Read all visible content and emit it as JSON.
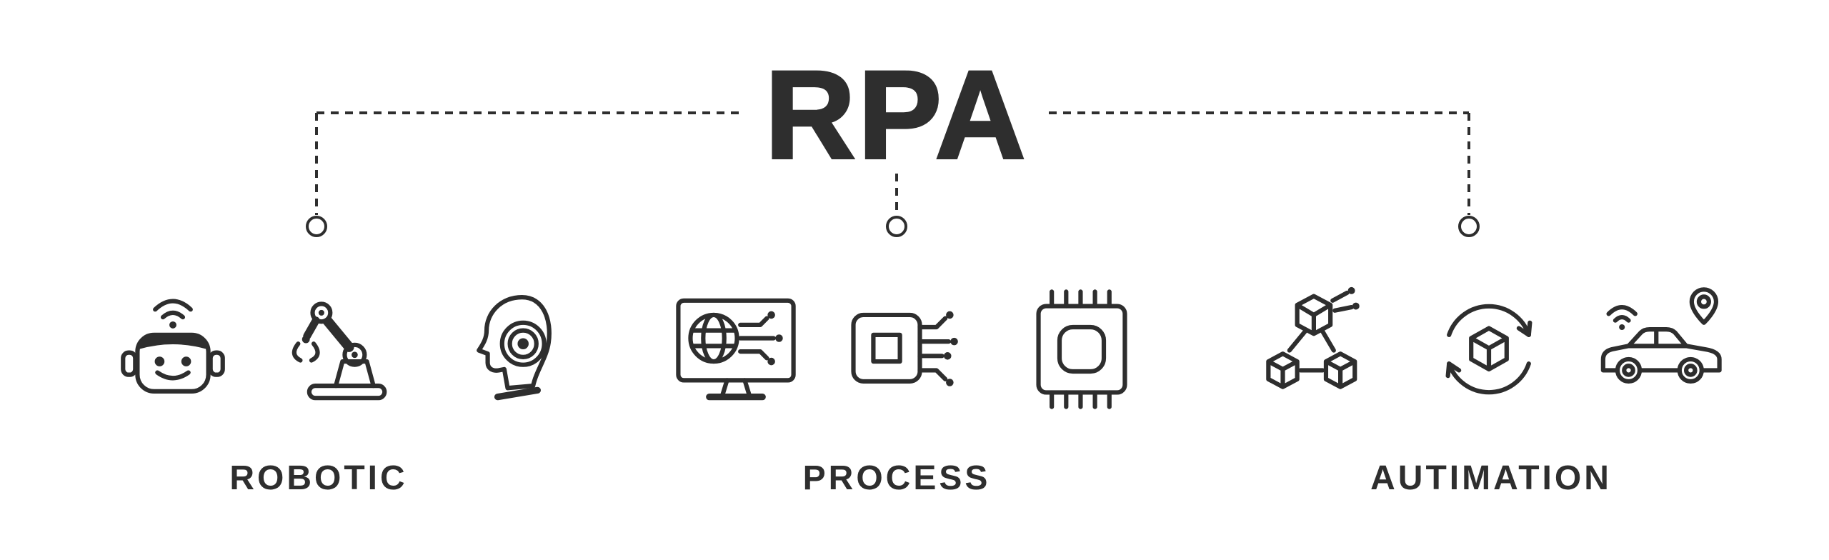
{
  "banner": {
    "title": "RPA",
    "colors": {
      "ink": "#2e2e2e",
      "background": "#ffffff"
    },
    "groups": [
      {
        "label": "ROBOTIC",
        "icons": [
          "robot-head-icon",
          "robotic-arm-icon",
          "cyborg-head-icon"
        ]
      },
      {
        "label": "PROCESS",
        "icons": [
          "monitor-network-icon",
          "circuit-chip-icon",
          "cpu-icon"
        ]
      },
      {
        "label": "AUTIMATION",
        "icons": [
          "blockchain-cubes-icon",
          "cube-cycle-icon",
          "smart-car-icon"
        ]
      }
    ]
  }
}
